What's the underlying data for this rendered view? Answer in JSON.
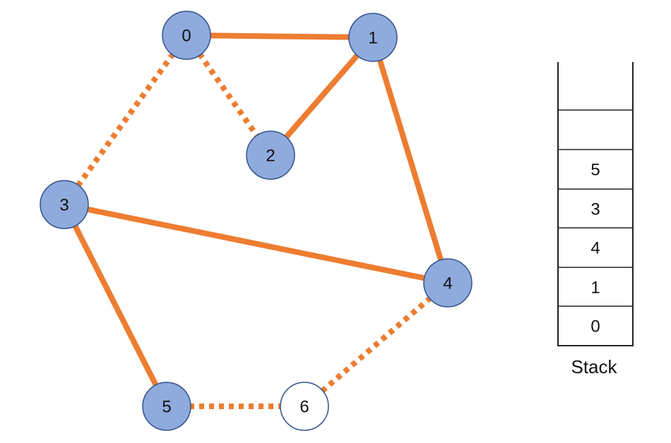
{
  "graph": {
    "nodes": [
      {
        "id": "0",
        "label": "0",
        "visited": true
      },
      {
        "id": "1",
        "label": "1",
        "visited": true
      },
      {
        "id": "2",
        "label": "2",
        "visited": true
      },
      {
        "id": "3",
        "label": "3",
        "visited": true
      },
      {
        "id": "4",
        "label": "4",
        "visited": true
      },
      {
        "id": "5",
        "label": "5",
        "visited": true
      },
      {
        "id": "6",
        "label": "6",
        "visited": false
      }
    ],
    "edges": [
      {
        "from": "0",
        "to": "1",
        "style": "solid"
      },
      {
        "from": "1",
        "to": "2",
        "style": "solid"
      },
      {
        "from": "1",
        "to": "4",
        "style": "solid"
      },
      {
        "from": "3",
        "to": "4",
        "style": "solid"
      },
      {
        "from": "3",
        "to": "5",
        "style": "solid"
      },
      {
        "from": "0",
        "to": "2",
        "style": "dotted"
      },
      {
        "from": "0",
        "to": "3",
        "style": "dotted"
      },
      {
        "from": "4",
        "to": "6",
        "style": "dotted"
      },
      {
        "from": "5",
        "to": "6",
        "style": "dotted"
      }
    ]
  },
  "stack": {
    "caption": "Stack",
    "cells": [
      "",
      "",
      "5",
      "3",
      "4",
      "1",
      "0"
    ]
  },
  "colors": {
    "visited_fill": "#8FAADC",
    "visited_stroke": "#2F528F",
    "unvisited_fill": "#FFFFFF",
    "edge": "#ED7D31"
  }
}
